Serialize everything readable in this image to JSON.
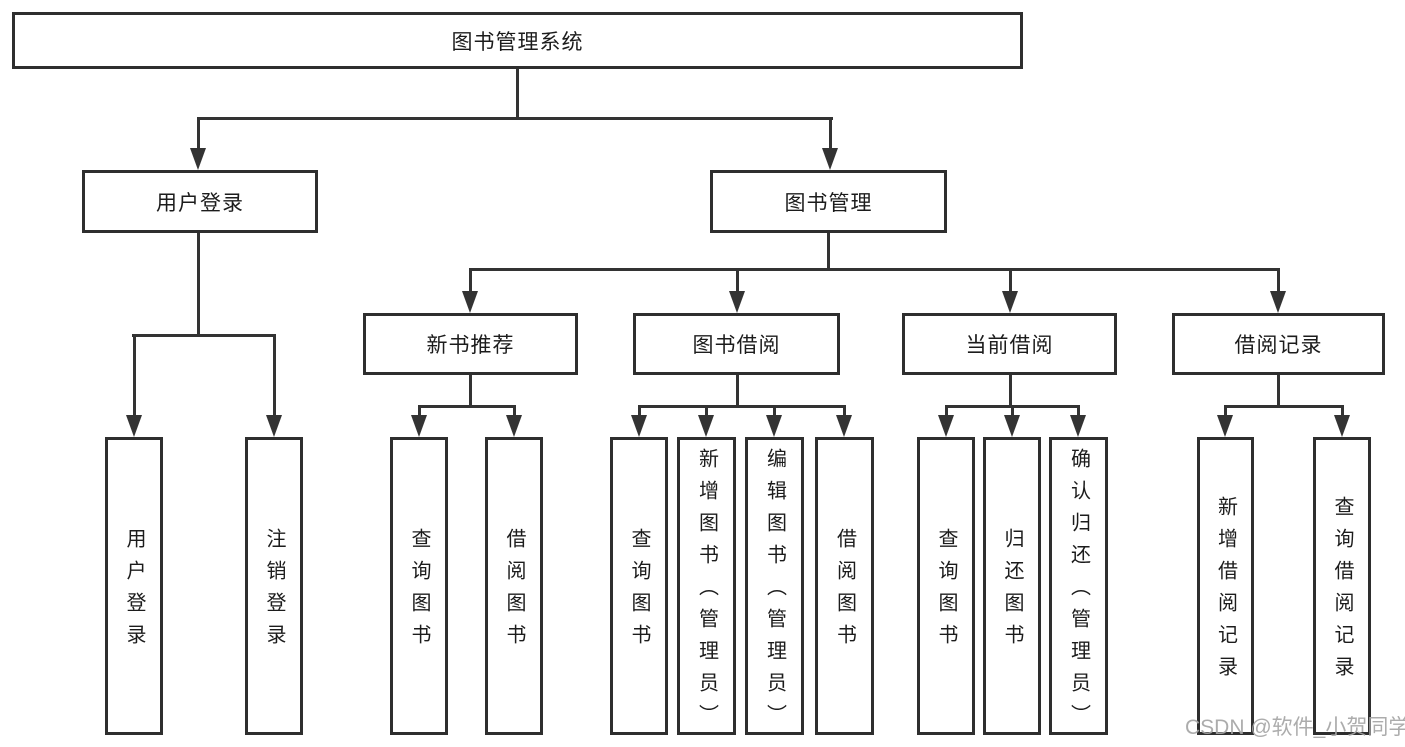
{
  "diagram_title": "图书管理系统",
  "watermark": "CSDN @软件_小贺同学",
  "colors": {
    "line": "#333333",
    "box_border": "#2e2e2e",
    "box_background": "#ffffff",
    "text": "#1c1c1c",
    "watermark": "#a6a6a6"
  },
  "nodes": [
    {
      "id": "root",
      "label": "图书管理系统",
      "parent": null
    },
    {
      "id": "user-login",
      "label": "用户登录",
      "parent": "root"
    },
    {
      "id": "book-management",
      "label": "图书管理",
      "parent": "root"
    },
    {
      "id": "new-book-recommend",
      "label": "新书推荐",
      "parent": "book-management"
    },
    {
      "id": "book-borrowing",
      "label": "图书借阅",
      "parent": "book-management"
    },
    {
      "id": "current-borrowing",
      "label": "当前借阅",
      "parent": "book-management"
    },
    {
      "id": "borrowing-records",
      "label": "借阅记录",
      "parent": "book-management"
    },
    {
      "id": "user-login-leaf",
      "label": "用户登录",
      "parent": "user-login"
    },
    {
      "id": "logout",
      "label": "注销登录",
      "parent": "user-login"
    },
    {
      "id": "query-books-1",
      "label": "查询图书",
      "parent": "new-book-recommend"
    },
    {
      "id": "borrow-books-1",
      "label": "借阅图书",
      "parent": "new-book-recommend"
    },
    {
      "id": "query-books-2",
      "label": "查询图书",
      "parent": "book-borrowing"
    },
    {
      "id": "add-books-admin",
      "label": "新增图书（管理员）",
      "parent": "book-borrowing"
    },
    {
      "id": "edit-books-admin",
      "label": "编辑图书（管理员）",
      "parent": "book-borrowing"
    },
    {
      "id": "borrow-books-2",
      "label": "借阅图书",
      "parent": "book-borrowing"
    },
    {
      "id": "query-books-3",
      "label": "查询图书",
      "parent": "current-borrowing"
    },
    {
      "id": "return-books",
      "label": "归还图书",
      "parent": "current-borrowing"
    },
    {
      "id": "confirm-return-admin",
      "label": "确认归还（管理员）",
      "parent": "current-borrowing"
    },
    {
      "id": "add-borrow-record",
      "label": "新增借阅记录",
      "parent": "borrowing-records"
    },
    {
      "id": "query-borrow-record",
      "label": "查询借阅记录",
      "parent": "borrowing-records"
    }
  ]
}
